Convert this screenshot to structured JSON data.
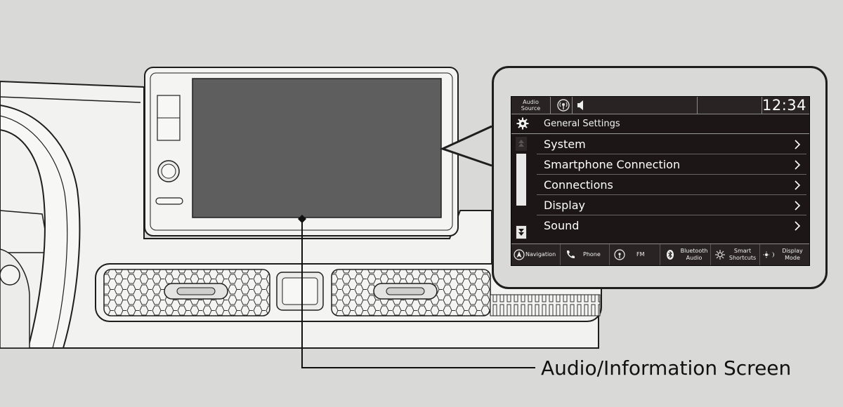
{
  "caption": "Audio/Information Screen",
  "screen": {
    "status_bar": {
      "audio_source_line1": "Audio",
      "audio_source_line2": "Source",
      "clock": "12:34"
    },
    "header_title": "General Settings",
    "menu_items": [
      {
        "label": "System"
      },
      {
        "label": "Smartphone Connection"
      },
      {
        "label": "Connections"
      },
      {
        "label": "Display"
      },
      {
        "label": "Sound"
      }
    ],
    "bottom_tabs": {
      "navigation": "Navigation",
      "phone": "Phone",
      "fm": "FM",
      "bluetooth_line1": "Bluetooth",
      "bluetooth_line2": "Audio",
      "smart_line1": "Smart",
      "smart_line2": "Shortcuts",
      "display_line1": "Display",
      "display_line2": "Mode"
    }
  }
}
